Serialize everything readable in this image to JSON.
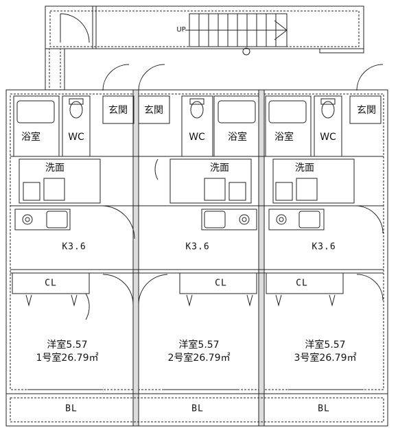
{
  "stair": {
    "up_label": "UP"
  },
  "units": [
    {
      "bath": "浴室",
      "wc": "WC",
      "entrance": "玄関",
      "washroom": "洗面",
      "kitchen": "K3.6",
      "closet": "CL",
      "room": "洋室5.57",
      "unit_area": "1号室26.79㎡",
      "balcony": "BL"
    },
    {
      "bath": "浴室",
      "wc": "WC",
      "entrance": "玄関",
      "washroom": "洗面",
      "kitchen": "K3.6",
      "closet": "CL",
      "room": "洋室5.57",
      "unit_area": "2号室26.79㎡",
      "balcony": "BL"
    },
    {
      "bath": "浴室",
      "wc": "WC",
      "entrance": "玄関",
      "washroom": "洗面",
      "kitchen": "K3.6",
      "closet": "CL",
      "room": "洋室5.57",
      "unit_area": "3号室26.79㎡",
      "balcony": "BL"
    }
  ]
}
